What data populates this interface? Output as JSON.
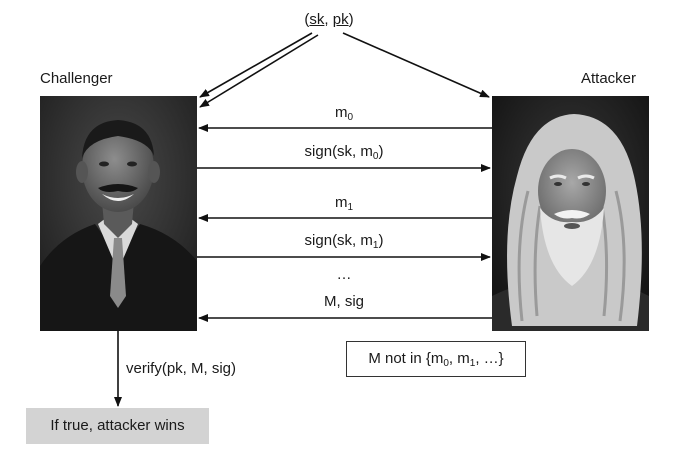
{
  "keypair": {
    "open": "(",
    "sk": "sk",
    "sep": ", ",
    "pk": "pk",
    "close": ")"
  },
  "challenger_label": "Challenger",
  "attacker_label": "Attacker",
  "messages": [
    {
      "base": "m",
      "sub": "0",
      "tail": ""
    },
    {
      "base": "sign(sk, m",
      "sub": "0",
      "tail": ")"
    },
    {
      "base": "m",
      "sub": "1",
      "tail": ""
    },
    {
      "base": "sign(sk, m",
      "sub": "1",
      "tail": ")"
    }
  ],
  "ellipsis": "…",
  "forgery": "M, sig",
  "verify": "verify(pk, M, sig)",
  "condition": {
    "pre": "M not in {m",
    "s0": "0",
    "mid": ", m",
    "s1": "1",
    "post": ", …}"
  },
  "result": "If true, attacker wins",
  "colors": {
    "line": "#111111",
    "result_bg": "#d3d3d3",
    "photo_bg": "#2b2b2b"
  }
}
